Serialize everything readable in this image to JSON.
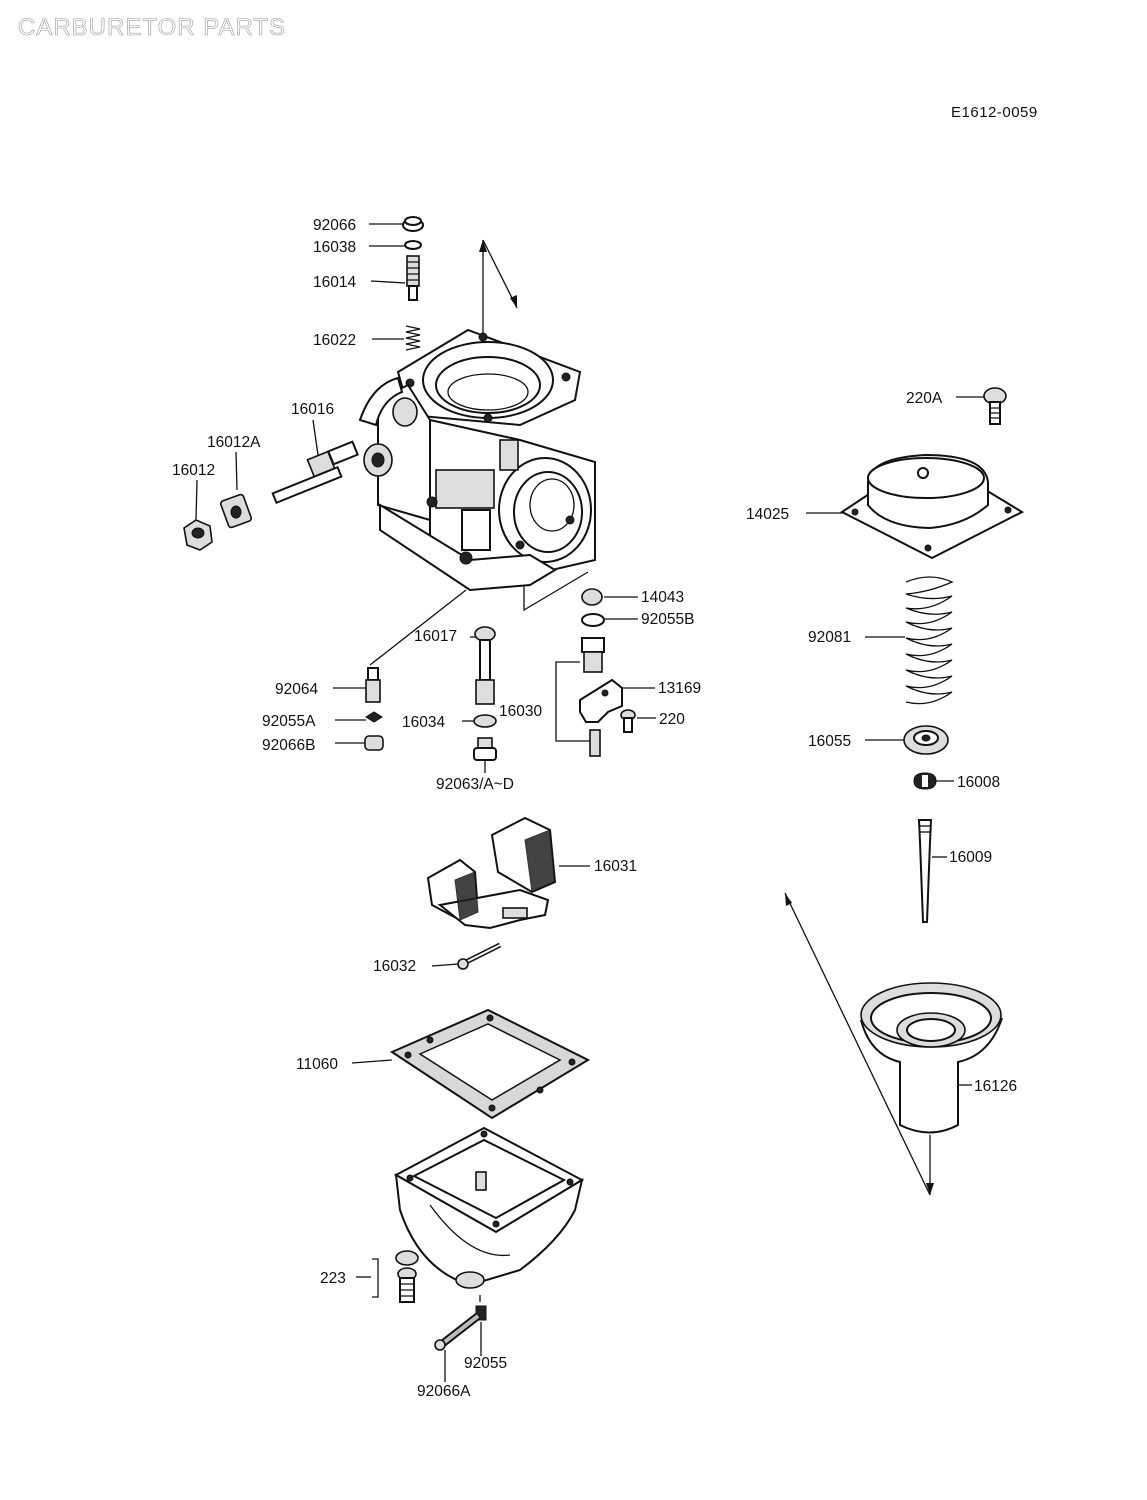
{
  "page": {
    "title": "CARBURETOR PARTS",
    "diagram_code": "E1612-0059"
  },
  "parts": [
    {
      "id": "p92066",
      "label": "92066"
    },
    {
      "id": "p16038",
      "label": "16038"
    },
    {
      "id": "p16014",
      "label": "16014"
    },
    {
      "id": "p16022",
      "label": "16022"
    },
    {
      "id": "p16016",
      "label": "16016"
    },
    {
      "id": "p16012A",
      "label": "16012A"
    },
    {
      "id": "p16012",
      "label": "16012"
    },
    {
      "id": "p14043",
      "label": "14043"
    },
    {
      "id": "p92055B",
      "label": "92055B"
    },
    {
      "id": "p16017",
      "label": "16017"
    },
    {
      "id": "p92064",
      "label": "92064"
    },
    {
      "id": "p13169",
      "label": "13169"
    },
    {
      "id": "p16030",
      "label": "16030"
    },
    {
      "id": "p92055A",
      "label": "92055A"
    },
    {
      "id": "p16034",
      "label": "16034"
    },
    {
      "id": "p220",
      "label": "220"
    },
    {
      "id": "p92066B",
      "label": "92066B"
    },
    {
      "id": "p92063",
      "label": "92063/A~D"
    },
    {
      "id": "p16031",
      "label": "16031"
    },
    {
      "id": "p16032",
      "label": "16032"
    },
    {
      "id": "p11060",
      "label": "11060"
    },
    {
      "id": "p223",
      "label": "223"
    },
    {
      "id": "p92055",
      "label": "92055"
    },
    {
      "id": "p92066A",
      "label": "92066A"
    },
    {
      "id": "p220A",
      "label": "220A"
    },
    {
      "id": "p14025",
      "label": "14025"
    },
    {
      "id": "p92081",
      "label": "92081"
    },
    {
      "id": "p16055",
      "label": "16055"
    },
    {
      "id": "p16008",
      "label": "16008"
    },
    {
      "id": "p16009",
      "label": "16009"
    },
    {
      "id": "p16126",
      "label": "16126"
    }
  ]
}
